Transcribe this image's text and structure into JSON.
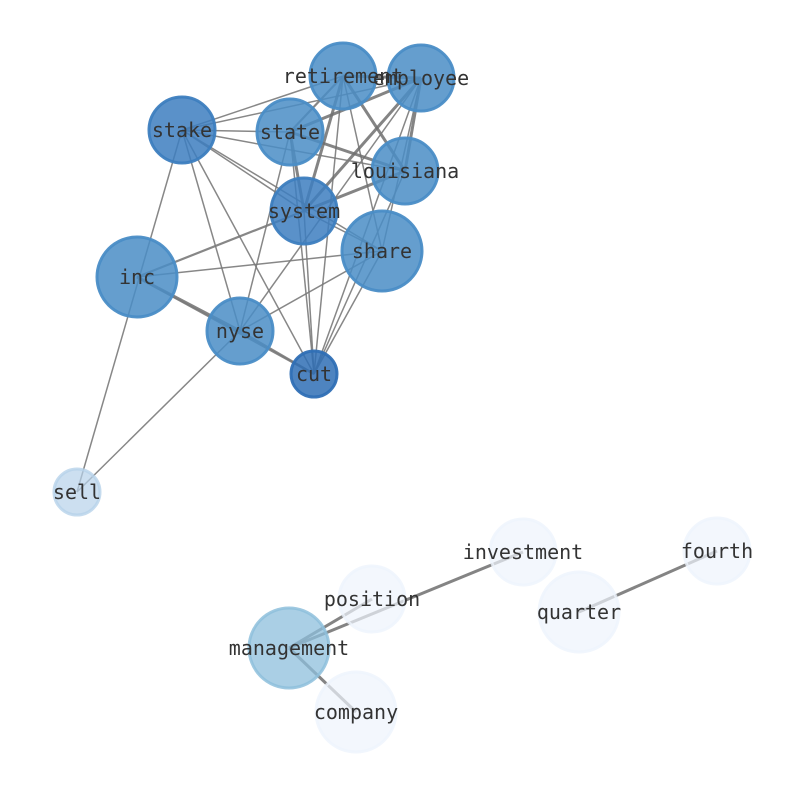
{
  "graph": {
    "nodes": [
      {
        "id": "retirement",
        "label": "retirement",
        "color": "#4a8dc6",
        "opacity": 0.85
      },
      {
        "id": "employee",
        "label": "employee",
        "color": "#4a8dc6",
        "opacity": 0.85
      },
      {
        "id": "stake",
        "label": "stake",
        "color": "#3d7ebf",
        "opacity": 0.85
      },
      {
        "id": "state",
        "label": "state",
        "color": "#4a8dc6",
        "opacity": 0.85
      },
      {
        "id": "louisiana",
        "label": "louisiana",
        "color": "#4a8dc6",
        "opacity": 0.85
      },
      {
        "id": "system",
        "label": "system",
        "color": "#3d7ebf",
        "opacity": 0.85
      },
      {
        "id": "share",
        "label": "share",
        "color": "#4a8dc6",
        "opacity": 0.85
      },
      {
        "id": "inc",
        "label": "inc",
        "color": "#4a8dc6",
        "opacity": 0.85
      },
      {
        "id": "nyse",
        "label": "nyse",
        "color": "#4a8dc6",
        "opacity": 0.85
      },
      {
        "id": "cut",
        "label": "cut",
        "color": "#2f6fb5",
        "opacity": 0.85
      },
      {
        "id": "sell",
        "label": "sell",
        "color": "#b6d2ea",
        "opacity": 0.7
      },
      {
        "id": "investment",
        "label": "investment",
        "color": "#eef4fc",
        "opacity": 0.7
      },
      {
        "id": "fourth",
        "label": "fourth",
        "color": "#eef4fc",
        "opacity": 0.7
      },
      {
        "id": "position",
        "label": "position",
        "color": "#eef4fc",
        "opacity": 0.7
      },
      {
        "id": "quarter",
        "label": "quarter",
        "color": "#eef4fc",
        "opacity": 0.7
      },
      {
        "id": "management",
        "label": "management",
        "color": "#8ebfdc",
        "opacity": 0.75
      },
      {
        "id": "company",
        "label": "company",
        "color": "#eef4fc",
        "opacity": 0.7
      }
    ],
    "edges": [
      {
        "source": "retirement",
        "target": "employee",
        "weight": 3
      },
      {
        "source": "retirement",
        "target": "stake",
        "weight": 1
      },
      {
        "source": "retirement",
        "target": "state",
        "weight": 2
      },
      {
        "source": "retirement",
        "target": "louisiana",
        "weight": 3
      },
      {
        "source": "retirement",
        "target": "system",
        "weight": 3
      },
      {
        "source": "retirement",
        "target": "share",
        "weight": 1
      },
      {
        "source": "retirement",
        "target": "cut",
        "weight": 1
      },
      {
        "source": "employee",
        "target": "stake",
        "weight": 1
      },
      {
        "source": "employee",
        "target": "state",
        "weight": 3
      },
      {
        "source": "employee",
        "target": "louisiana",
        "weight": 3
      },
      {
        "source": "employee",
        "target": "system",
        "weight": 3
      },
      {
        "source": "employee",
        "target": "share",
        "weight": 1
      },
      {
        "source": "employee",
        "target": "cut",
        "weight": 1
      },
      {
        "source": "employee",
        "target": "nyse",
        "weight": 1
      },
      {
        "source": "stake",
        "target": "state",
        "weight": 1
      },
      {
        "source": "stake",
        "target": "louisiana",
        "weight": 1
      },
      {
        "source": "stake",
        "target": "system",
        "weight": 1
      },
      {
        "source": "stake",
        "target": "share",
        "weight": 1
      },
      {
        "source": "stake",
        "target": "nyse",
        "weight": 1
      },
      {
        "source": "stake",
        "target": "cut",
        "weight": 1
      },
      {
        "source": "stake",
        "target": "sell",
        "weight": 1
      },
      {
        "source": "state",
        "target": "louisiana",
        "weight": 3
      },
      {
        "source": "state",
        "target": "system",
        "weight": 3
      },
      {
        "source": "state",
        "target": "cut",
        "weight": 1
      },
      {
        "source": "state",
        "target": "nyse",
        "weight": 1
      },
      {
        "source": "louisiana",
        "target": "system",
        "weight": 3
      },
      {
        "source": "louisiana",
        "target": "cut",
        "weight": 1
      },
      {
        "source": "system",
        "target": "inc",
        "weight": 2
      },
      {
        "source": "system",
        "target": "share",
        "weight": 1
      },
      {
        "source": "system",
        "target": "cut",
        "weight": 1
      },
      {
        "source": "share",
        "target": "inc",
        "weight": 1
      },
      {
        "source": "share",
        "target": "nyse",
        "weight": 1
      },
      {
        "source": "share",
        "target": "cut",
        "weight": 1
      },
      {
        "source": "inc",
        "target": "nyse",
        "weight": 3
      },
      {
        "source": "inc",
        "target": "cut",
        "weight": 2
      },
      {
        "source": "nyse",
        "target": "cut",
        "weight": 2
      },
      {
        "source": "nyse",
        "target": "sell",
        "weight": 1
      },
      {
        "source": "management",
        "target": "investment",
        "weight": 3
      },
      {
        "source": "management",
        "target": "position",
        "weight": 3
      },
      {
        "source": "management",
        "target": "company",
        "weight": 3
      },
      {
        "source": "quarter",
        "target": "fourth",
        "weight": 3
      }
    ]
  }
}
